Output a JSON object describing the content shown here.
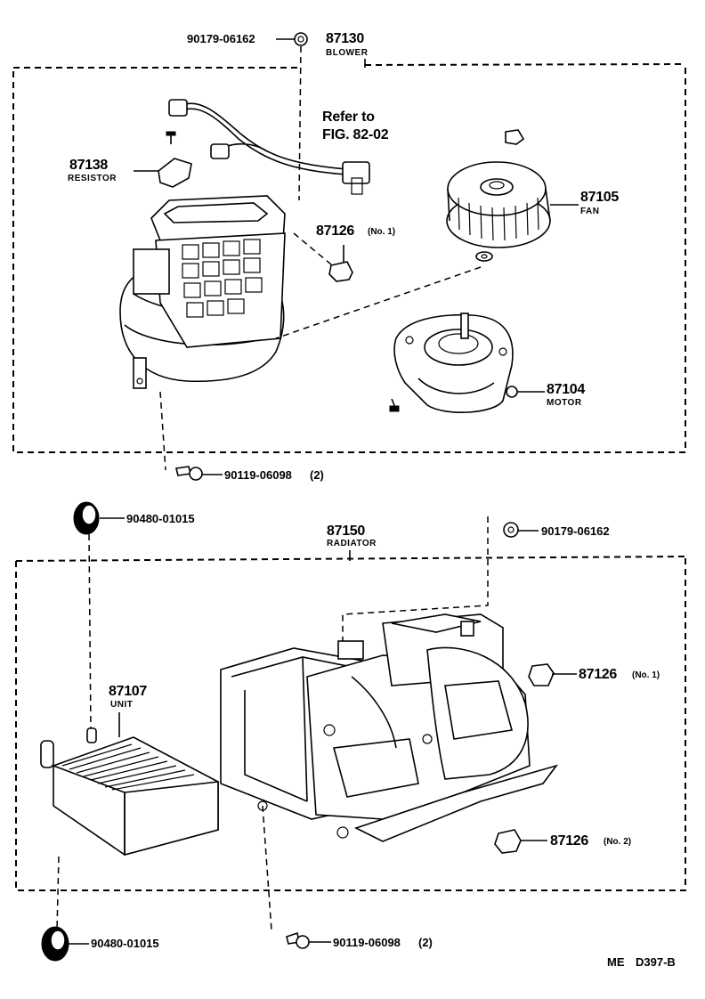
{
  "labels": {
    "p90179_top": "90179-06162",
    "p87130": "87130",
    "blower": "BLOWER",
    "refer_line1": "Refer to",
    "refer_line2": "FIG. 82-02",
    "p87138": "87138",
    "resistor": "RESISTOR",
    "p87126_a": "87126",
    "p87126_a_sfx": "(No. 1)",
    "p87105": "87105",
    "fan": "FAN",
    "p87104": "87104",
    "motor": "MOTOR",
    "p90119_top": "90119-06098",
    "p90119_top_sfx": "(2)",
    "p90480_top": "90480-01015",
    "p87150": "87150",
    "radiator": "RADIATOR",
    "p90179_mid": "90179-06162",
    "p87107": "87107",
    "unit": "UNIT",
    "p87126_b": "87126",
    "p87126_b_sfx": "(No. 1)",
    "p87126_c": "87126",
    "p87126_c_sfx": "(No. 2)",
    "p90480_bot": "90480-01015",
    "p90119_bot": "90119-06098",
    "p90119_bot_sfx": "(2)",
    "code_me": "ME",
    "code_d": "D397-B"
  }
}
